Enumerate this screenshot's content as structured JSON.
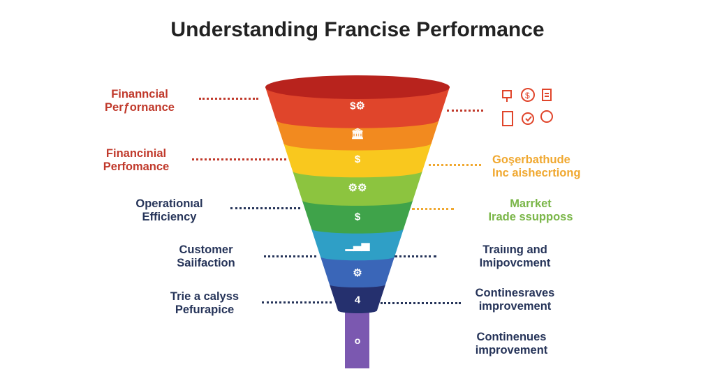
{
  "title": "Understanding Francise Performance",
  "left_labels": [
    {
      "line1": "Finanncial",
      "line2": "Perƒornance",
      "color": "#c0392b"
    },
    {
      "line1": "Financinial",
      "line2": "Perfomance",
      "color": "#c0392b"
    },
    {
      "line1": "Operationıal",
      "line2": "Efficiency",
      "color": "#263459"
    },
    {
      "line1": "Customer",
      "line2": "Saiifaction",
      "color": "#263459"
    },
    {
      "line1": "Trie a calyss",
      "line2": "Pefurapice",
      "color": "#263459"
    }
  ],
  "right_labels": [
    {
      "line1": "Goşerbathude",
      "line2": "Inc aishecrtiong",
      "color": "#f0a830"
    },
    {
      "line1": "Marrket",
      "line2": "Irade ssupposs",
      "color": "#7ab648"
    },
    {
      "line1": "Traiııng and",
      "line2": "Imipovcment",
      "color": "#263459"
    },
    {
      "line1": "Continesraves",
      "line2": "improvement",
      "color": "#263459"
    },
    {
      "line1": "Continenues",
      "line2": "improvement",
      "color": "#263459"
    }
  ],
  "funnel": {
    "bands": [
      {
        "color": "#e0452b",
        "icon": "$⚙",
        "icon_name": "money-bike-icon"
      },
      {
        "color": "#f28a1f",
        "icon": "🏛",
        "icon_name": "bank-icon"
      },
      {
        "color": "#f9c81e",
        "icon": "$",
        "icon_name": "dollar-coin-icon"
      },
      {
        "color": "#8cc43f",
        "icon": "⚙⚙",
        "icon_name": "gears-icon"
      },
      {
        "color": "#3fa34a",
        "icon": "$",
        "icon_name": "dollar-target-icon"
      },
      {
        "color": "#2f9fc6",
        "icon": "▁▃▅",
        "icon_name": "bar-chart-icon"
      },
      {
        "color": "#3a66b8",
        "icon": "⚙",
        "icon_name": "gear-icon"
      },
      {
        "color": "#25306e",
        "icon": "4",
        "icon_name": "number-icon"
      }
    ],
    "top_color": "#b8231d",
    "stem_color": "#7b58b0",
    "stem_label": "o"
  }
}
